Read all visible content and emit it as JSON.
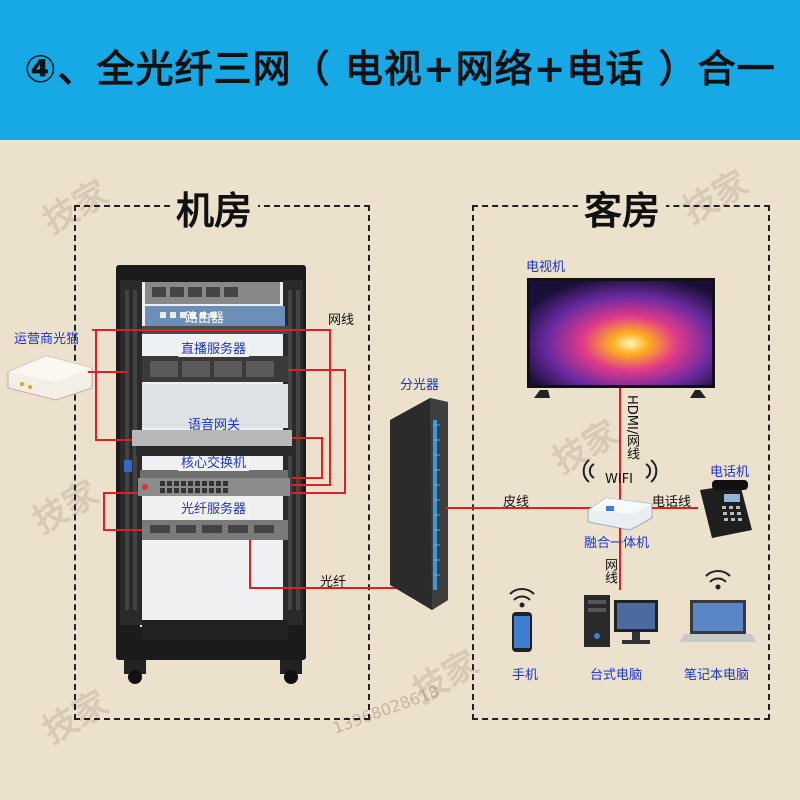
{
  "header": {
    "title": "④、全光纤三网（ 电视+网络+电话 ）合一"
  },
  "machine_room": {
    "title": "机房",
    "devices": {
      "router": "路由器",
      "live_server": "直播服务器",
      "voice_gateway": "语音网关",
      "core_switch": "核心交换机",
      "fiber_server": "光纤服务器",
      "operator_modem": "运营商光猫"
    },
    "cable_network": "网线"
  },
  "splitter": {
    "label": "分光器"
  },
  "guest_room": {
    "title": "客房",
    "devices": {
      "tv": "电视机",
      "phone": "电话机",
      "gateway": "融合一体机",
      "mobile": "手机",
      "desktop": "台式电脑",
      "laptop": "笔记本电脑"
    },
    "wifi": "WIFI"
  },
  "cables": {
    "hdmi": "HDMI/网线",
    "leather": "皮线",
    "phone_line": "电话线",
    "network_line": "网线",
    "fiber": "光纤"
  },
  "watermark": {
    "brand": "技家",
    "phone": "13968028618"
  },
  "colors": {
    "header_bg": "#17a9e6",
    "background": "#ece1cd",
    "cable_red": "#e02020",
    "label_blue": "#1a35c8"
  }
}
